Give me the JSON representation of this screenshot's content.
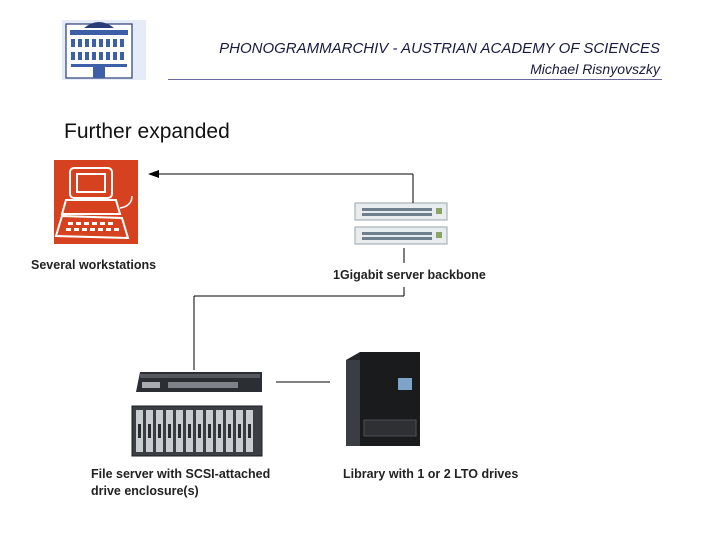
{
  "header": {
    "title": "PHONOGRAMMARCHIV - AUSTRIAN ACADEMY OF SCIENCES",
    "author": "Michael Risnyovszky"
  },
  "slide": {
    "title": "Further expanded"
  },
  "nodes": {
    "workstations": "Several workstations",
    "backbone": "1Gigabit server backbone",
    "fileserver_line1": "File server with SCSI-attached",
    "fileserver_line2": "drive enclosure(s)",
    "library": "Library with 1  or 2  LTO drives"
  },
  "icons": {
    "logo": "building-icon",
    "workstations": "computer-icon",
    "backbone": "network-switch-icon",
    "fileserver": "server-rack-icon",
    "library": "tape-library-icon"
  },
  "colors": {
    "header_text": "#1a1a40",
    "workstation_bg": "#d6421f",
    "logo_blue": "#3d5fa8"
  }
}
